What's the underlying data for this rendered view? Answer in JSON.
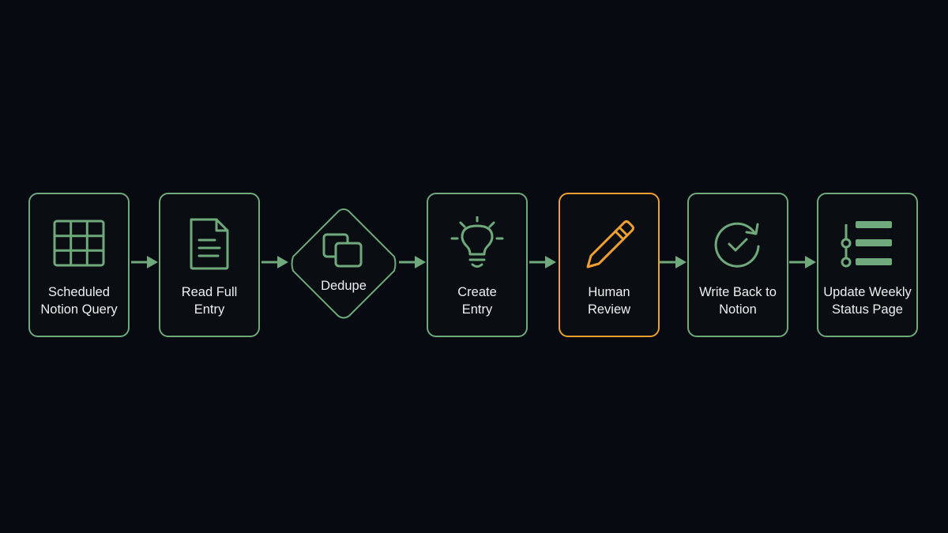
{
  "diagram": {
    "colors": {
      "background": "#070a10",
      "node_border": "#6fa97c",
      "highlight_border": "#f0a030",
      "text": "#eef0ee"
    },
    "steps": [
      {
        "label": "Scheduled\nNotion Query",
        "icon": "table-grid-icon",
        "shape": "rounded-rect",
        "highlight": false
      },
      {
        "label": "Read Full\nEntry",
        "icon": "document-icon",
        "shape": "rounded-rect",
        "highlight": false
      },
      {
        "label": "Dedupe",
        "icon": "duplicate-squares-icon",
        "shape": "diamond",
        "highlight": false
      },
      {
        "label": "Create\nEntry",
        "icon": "lightbulb-icon",
        "shape": "rounded-rect",
        "highlight": false
      },
      {
        "label": "Human\nReview",
        "icon": "pencil-icon",
        "shape": "rounded-rect",
        "highlight": true
      },
      {
        "label": "Write Back to\nNotion",
        "icon": "sync-check-icon",
        "shape": "rounded-rect",
        "highlight": false
      },
      {
        "label": "Update Weekly\nStatus Page",
        "icon": "list-timeline-icon",
        "shape": "rounded-rect",
        "highlight": false
      }
    ]
  }
}
